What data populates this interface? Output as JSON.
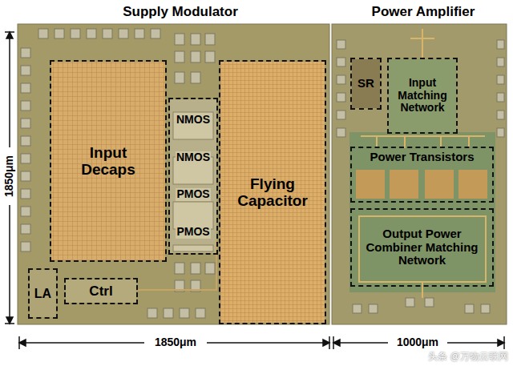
{
  "diagram": {
    "nodes": [
      {
        "text": [
          "Input Decaps"
        ]
      },
      {
        "text": [
          "NMOS",
          "NMOS",
          "PMOS",
          "PMOS"
        ]
      },
      {
        "text": [
          "Flying Capacitor"
        ]
      },
      {
        "text": [
          "LA"
        ]
      },
      {
        "text": [
          "Ctrl"
        ]
      },
      {
        "text": [
          "SR"
        ]
      },
      {
        "text": [
          "Input Matching Network"
        ]
      },
      {
        "text": [
          "Power Transistors"
        ]
      },
      {
        "text": [
          "Output Power Combiner Matching Network"
        ]
      }
    ],
    "edges": [],
    "labels": [
      "Supply Modulator",
      "Power Amplifier",
      "1850μm",
      "1850μm",
      "1000μm",
      "头条 @万物云联网"
    ]
  }
}
